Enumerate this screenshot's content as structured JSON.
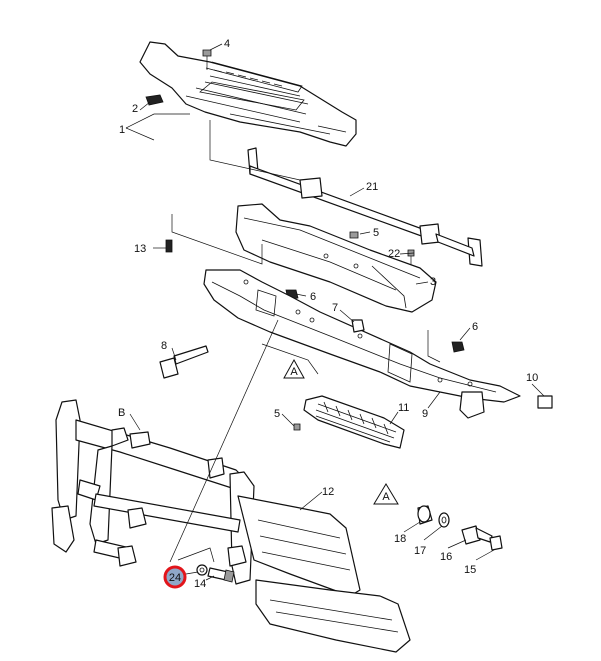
{
  "callouts": [
    {
      "id": "1",
      "text": "1"
    },
    {
      "id": "2",
      "text": "2"
    },
    {
      "id": "4",
      "text": "4"
    },
    {
      "id": "21",
      "text": "21"
    },
    {
      "id": "13",
      "text": "13"
    },
    {
      "id": "5a",
      "text": "5"
    },
    {
      "id": "22",
      "text": "22"
    },
    {
      "id": "3",
      "text": "3"
    },
    {
      "id": "6a",
      "text": "6"
    },
    {
      "id": "7",
      "text": "7"
    },
    {
      "id": "6b",
      "text": "6"
    },
    {
      "id": "8",
      "text": "8"
    },
    {
      "id": "10",
      "text": "10"
    },
    {
      "id": "9",
      "text": "9"
    },
    {
      "id": "5b",
      "text": "5"
    },
    {
      "id": "11",
      "text": "11"
    },
    {
      "id": "B",
      "text": "B"
    },
    {
      "id": "12",
      "text": "12"
    },
    {
      "id": "18",
      "text": "18"
    },
    {
      "id": "17",
      "text": "17"
    },
    {
      "id": "16",
      "text": "16"
    },
    {
      "id": "15",
      "text": "15"
    },
    {
      "id": "14",
      "text": "14"
    }
  ],
  "highlight": {
    "text": "24",
    "ring_color": "#e2151b",
    "fill_color": "#8fa8c8"
  },
  "markers": [
    {
      "id": "A1",
      "text": "A"
    },
    {
      "id": "A2",
      "text": "A"
    }
  ]
}
